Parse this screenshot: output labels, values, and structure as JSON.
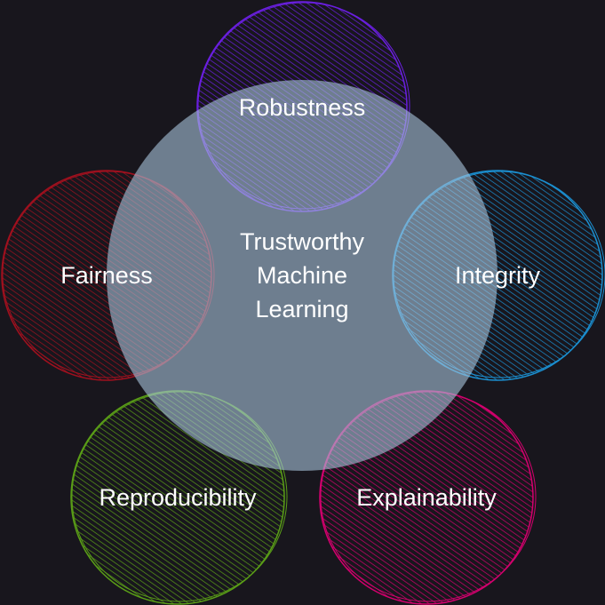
{
  "center": {
    "label_lines": [
      "Trustworthy",
      "Machine",
      "Learning"
    ],
    "color": "#a9c4dc"
  },
  "nodes": [
    {
      "id": "robustness",
      "label": "Robustness",
      "color": "#6a1fe0"
    },
    {
      "id": "fairness",
      "label": "Fairness",
      "color": "#a0101e"
    },
    {
      "id": "integrity",
      "label": "Integrity",
      "color": "#1b8fd0"
    },
    {
      "id": "reproducibility",
      "label": "Reproducibility",
      "color": "#5a9e17"
    },
    {
      "id": "explainability",
      "label": "Explainability",
      "color": "#d4006e"
    }
  ]
}
